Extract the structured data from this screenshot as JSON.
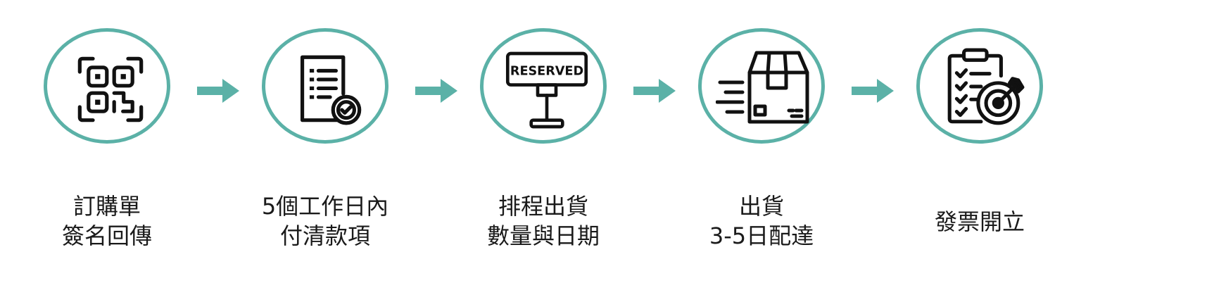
{
  "accent_color": "#5bb1a7",
  "steps": [
    {
      "icon": "qr-code-icon",
      "lines": [
        "訂購單",
        "簽名回傳"
      ]
    },
    {
      "icon": "document-check-icon",
      "lines": [
        "5個工作日內",
        "付清款項"
      ]
    },
    {
      "icon": "reserved-sign-icon",
      "sign_text": "RESERVED",
      "lines": [
        "排程出貨",
        "數量與日期"
      ]
    },
    {
      "icon": "shipping-box-icon",
      "lines": [
        "出貨",
        "3-5日配達"
      ]
    },
    {
      "icon": "checklist-target-icon",
      "lines": [
        "發票開立"
      ]
    }
  ]
}
